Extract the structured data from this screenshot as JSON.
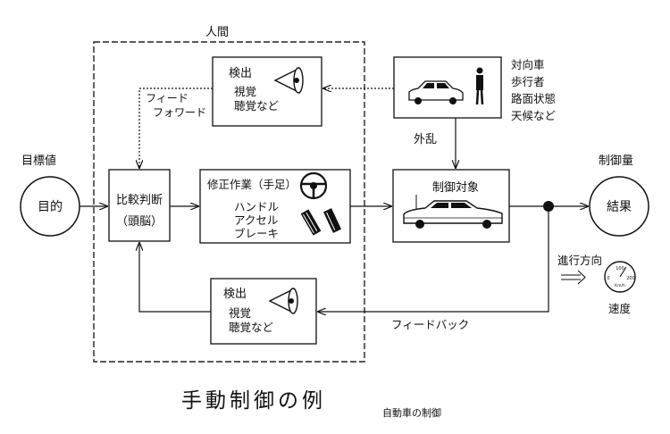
{
  "human_label": "人間",
  "goal": {
    "caption": "目標値",
    "circle": "目的"
  },
  "feedforward": {
    "line1": "フィード",
    "line2": "フォワード"
  },
  "detect_top": {
    "title": "検出",
    "line1": "視覚",
    "line2": "聴覚など"
  },
  "detect_bottom": {
    "title": "検出",
    "line1": "視覚",
    "line2": "聴覚など"
  },
  "compare": {
    "line1": "比較判断",
    "line2": "（頭脳）"
  },
  "correction": {
    "title": "修正作業（手足）",
    "items": [
      "ハンドル",
      "アクセル",
      "ブレーキ"
    ]
  },
  "disturbance_box": {
    "items": [
      "対向車",
      "歩行者",
      "路面状態",
      "天候など"
    ]
  },
  "disturbance_label": "外乱",
  "controlled": {
    "title": "制御対象"
  },
  "output": {
    "caption": "制御量",
    "circle": "結果"
  },
  "direction": "進行方向",
  "speedometer": {
    "ticks": [
      "100",
      "0",
      "200"
    ],
    "unit": "Km/h"
  },
  "speed_label": "速度",
  "feedback_label": "フィードバック",
  "title": "手動制御の例",
  "subtitle": "自動車の制御",
  "icons": [
    "eye-icon",
    "pedestrian-icon",
    "car-icon",
    "steering-wheel-icon",
    "pedal-icon",
    "right-arrow-icon",
    "speedometer-icon"
  ]
}
